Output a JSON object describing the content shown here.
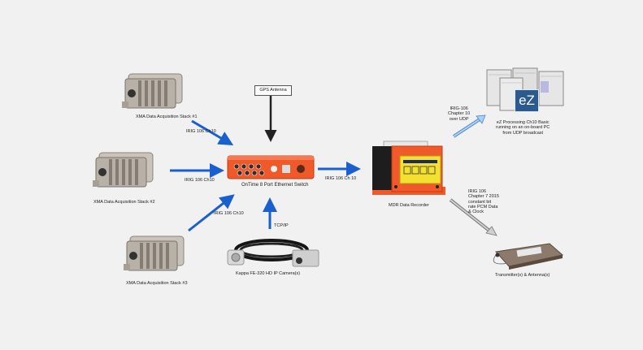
{
  "diagram": {
    "nodes": {
      "xma1": {
        "label": "XMA Data Acquisition Stack #1"
      },
      "xma2": {
        "label": "XMA Data Acquisition Stack #2"
      },
      "xma3": {
        "label": "XMA Data Acquisition Stack #3"
      },
      "switch": {
        "label": "OnTime 8 Port Ethernet Switch"
      },
      "gps": {
        "label": "GPS Antenna"
      },
      "camera": {
        "label": "Kappa FE-320 HD IP Camera(s)"
      },
      "recorder": {
        "label": "MDR Data Recorder"
      },
      "ez": {
        "label_lines": [
          "eZ Processing Ch10 Basic",
          "running on an on-board PC",
          "from UDP broadcast"
        ],
        "logo_text": "eZ"
      },
      "transmitter": {
        "label": "Transmitter(s) & Antenna(s)"
      }
    },
    "edges": {
      "xma1_switch": "IRIG 106 Ch10",
      "xma2_switch": "IRIG 106 Ch10",
      "xma3_switch": "IRIG 106 Ch10",
      "camera_switch": "TCP/IP",
      "switch_recorder": "IRIG 106 Ch 10",
      "recorder_ez": [
        "IRIG-106",
        "Chapter 10",
        "over UDP"
      ],
      "recorder_tx": [
        "IRIG 106",
        "Chapter 7 2015",
        "constant bit",
        "rate PCM Data",
        "& Clock"
      ]
    },
    "colors": {
      "background": "#f1f1f1",
      "blue_arrow": "#1a5fd0",
      "light_blue_arrow": "#7ab4ea",
      "gray_arrow": "#9a9a9a",
      "black_arrow": "#222222",
      "orange_device": "#f0592a",
      "yellow_panel": "#f4e030"
    }
  }
}
